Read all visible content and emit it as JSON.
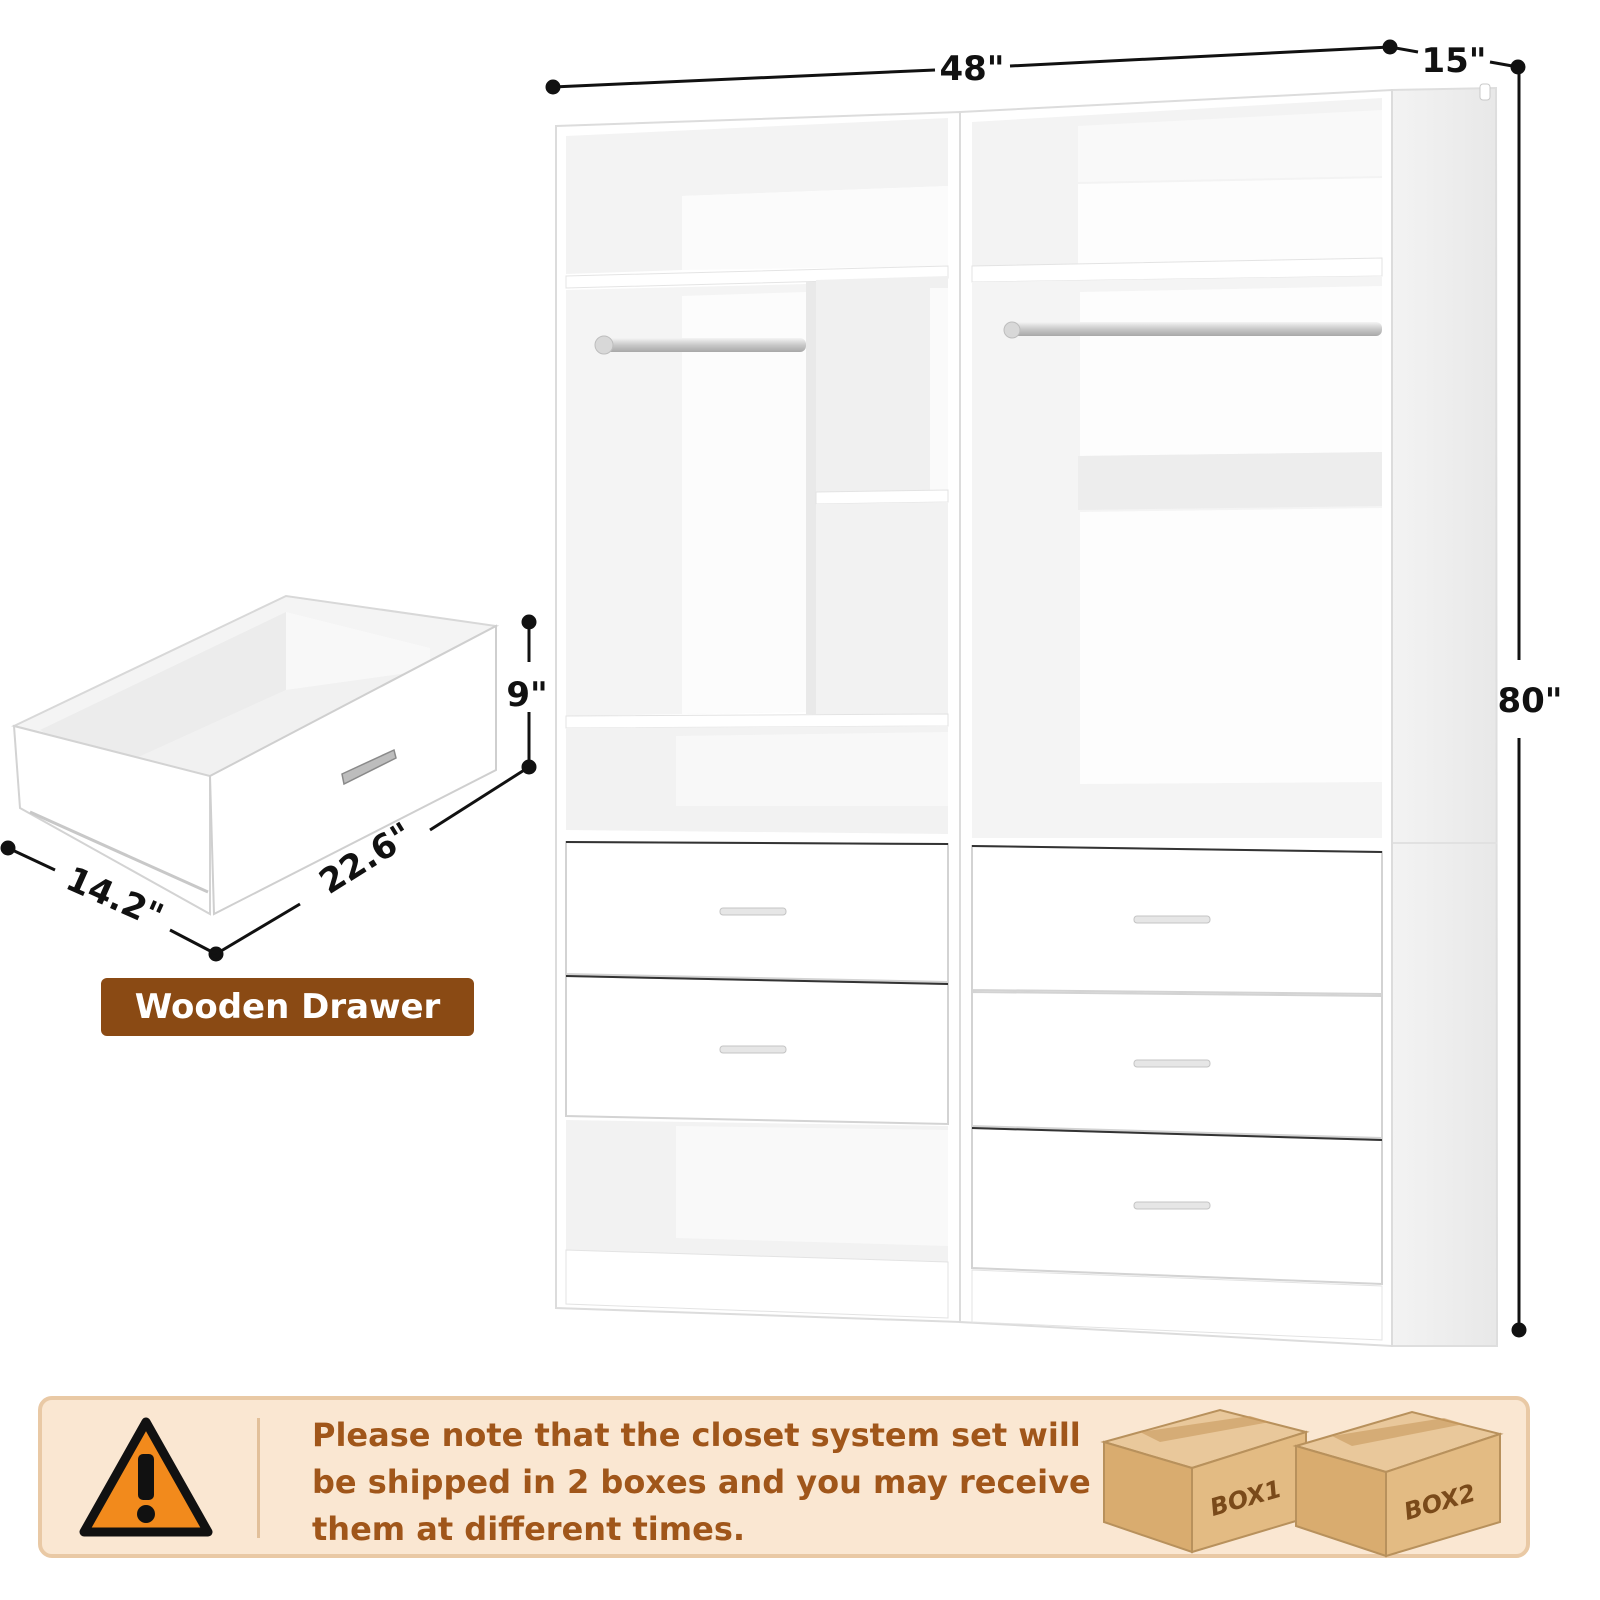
{
  "dimensions": {
    "width": "48\"",
    "depth": "15\"",
    "height": "80\"",
    "drawer_height": "9\"",
    "drawer_depth": "22.6\"",
    "drawer_width": "14.2\""
  },
  "drawer_badge": "Wooden Drawer",
  "notice": {
    "line1": "Please note that the closet system set will",
    "line2": "be shipped in 2 boxes and you may receive",
    "line3": "them at different times."
  },
  "boxes": [
    "BOX1",
    "BOX2"
  ],
  "icons": {
    "warning": "warning-triangle-icon",
    "box": "cardboard-box-icon"
  },
  "colors": {
    "badge": "#8a4a14",
    "notice_bg": "#fae7d2",
    "notice_text": "#a0561a",
    "warning": "#f28a1c"
  }
}
